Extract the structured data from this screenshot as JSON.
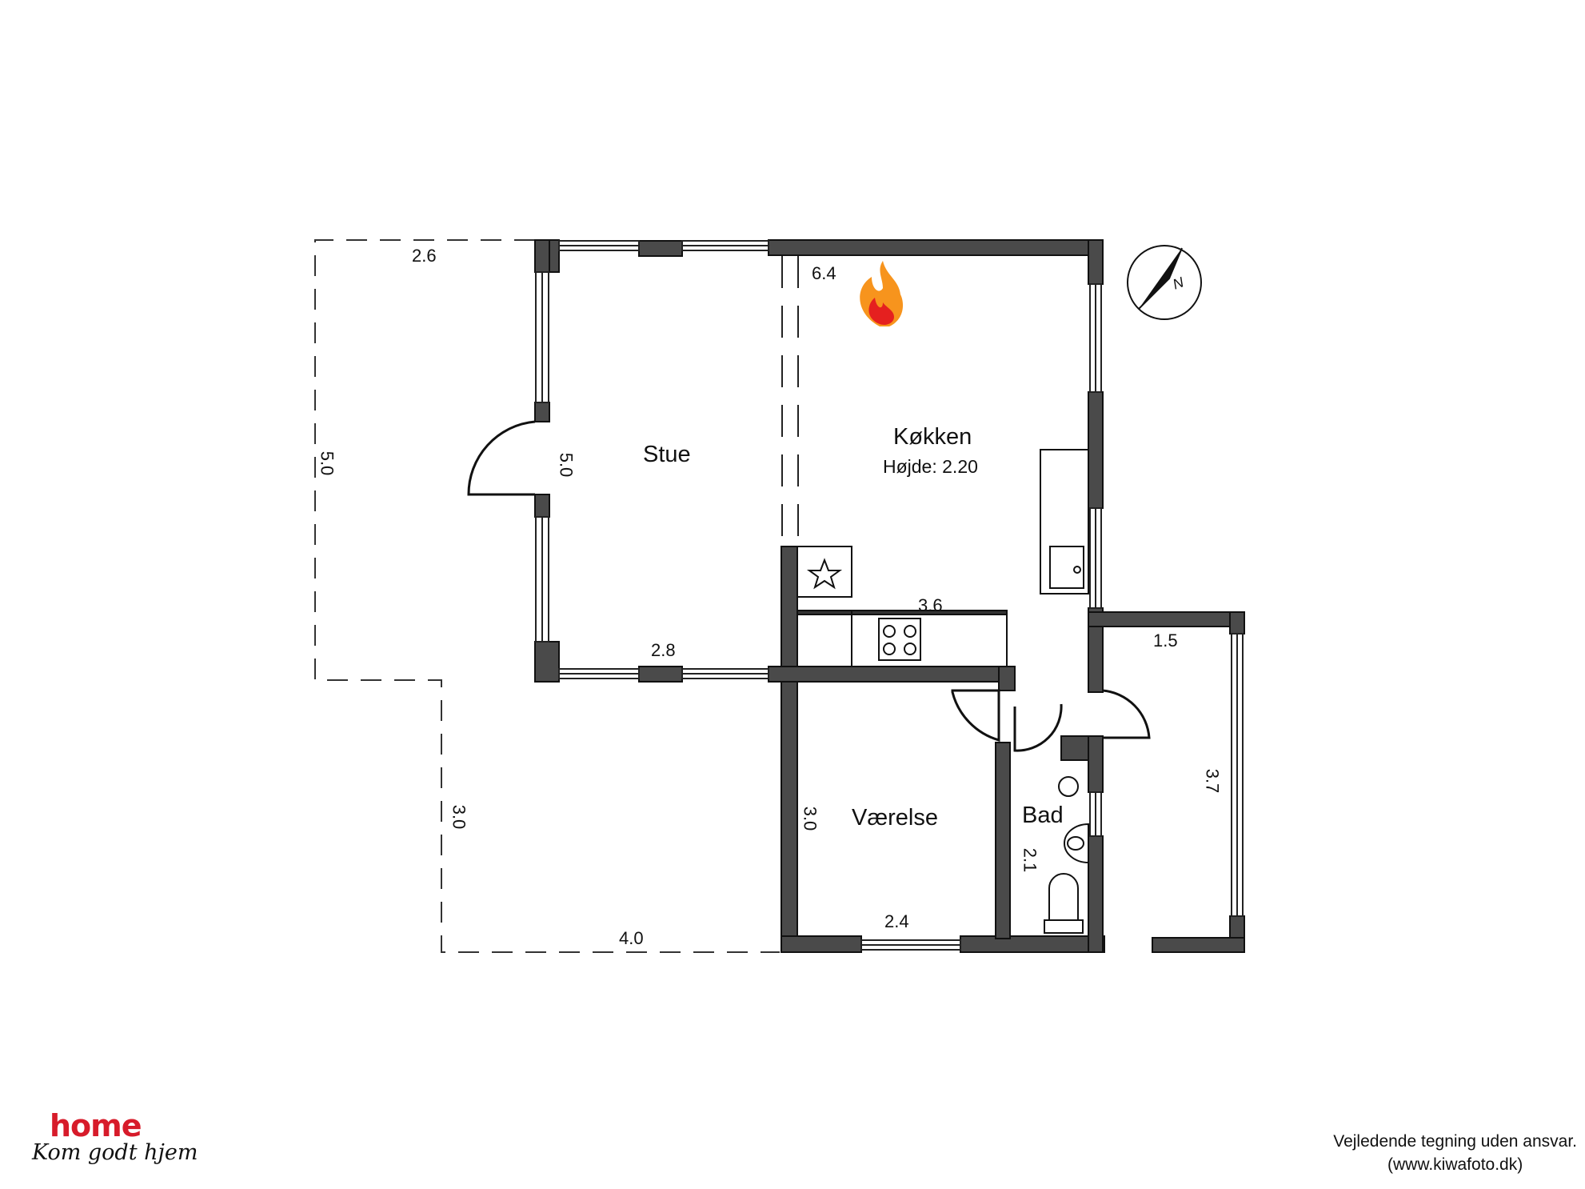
{
  "rooms": {
    "stue": "Stue",
    "kokken": "Køkken",
    "kokken_height": "Højde: 2.20",
    "vaerelse": "Værelse",
    "bad": "Bad"
  },
  "dimensions": {
    "terrace_top": "2.6",
    "terrace_left": "5.0",
    "terrace_lower": "3.0",
    "terrace_bottom": "4.0",
    "kitchen_top": "6.4",
    "stue_height": "5.0",
    "stue_bottom": "2.8",
    "counter": "3.6",
    "vaerelse_side": "3.0",
    "vaerelse_bottom": "2.4",
    "bad_side": "2.1",
    "annex_top": "1.5",
    "annex_side": "3.7"
  },
  "compass": {
    "label": "N"
  },
  "brand": {
    "name": "home",
    "tagline": "Kom godt hjem"
  },
  "footer": {
    "line1": "Vejledende tegning uden ansvar.",
    "line2": "(www.kiwafoto.dk)"
  },
  "colors": {
    "wall": "#4a4a4a",
    "brand": "#d71b2a",
    "flame_outer": "#f7941d",
    "flame_inner": "#e5201f"
  }
}
